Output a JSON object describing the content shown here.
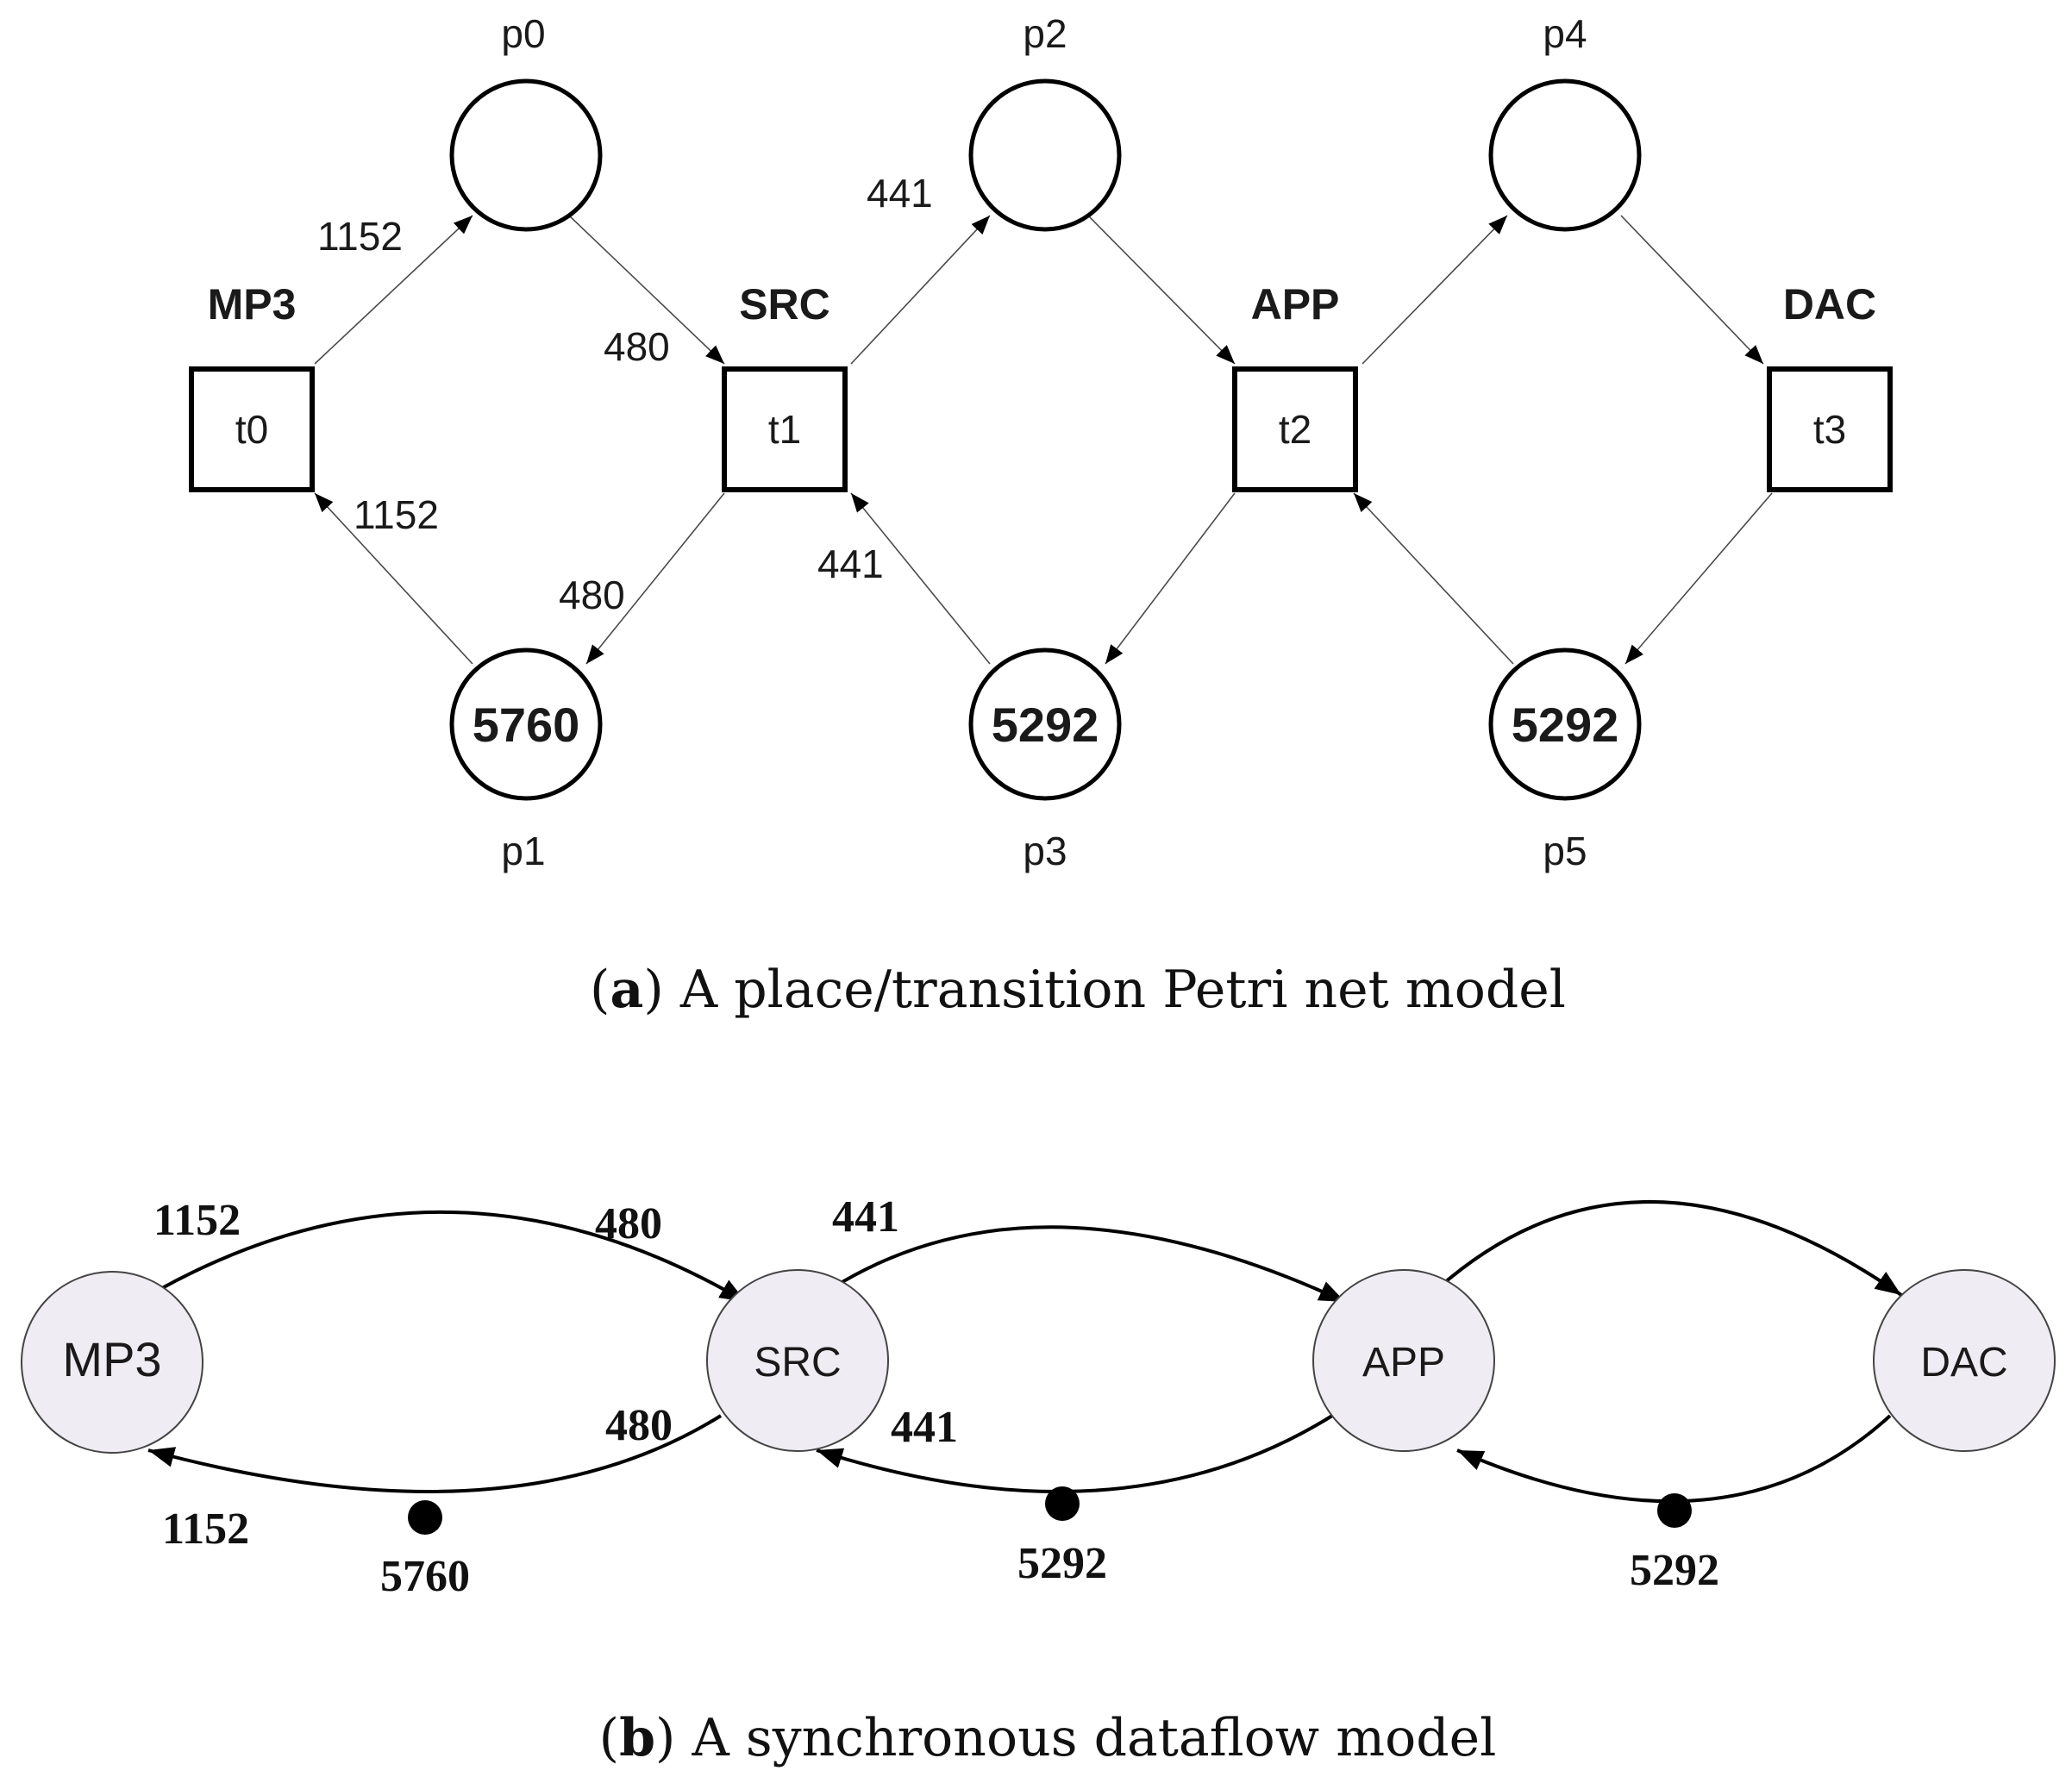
{
  "petri_net": {
    "places": [
      {
        "id": "p0",
        "tokens": ""
      },
      {
        "id": "p1",
        "tokens": "5760"
      },
      {
        "id": "p2",
        "tokens": ""
      },
      {
        "id": "p3",
        "tokens": "5292"
      },
      {
        "id": "p4",
        "tokens": ""
      },
      {
        "id": "p5",
        "tokens": "5292"
      }
    ],
    "transitions": [
      {
        "id": "t0",
        "actor": "MP3"
      },
      {
        "id": "t1",
        "actor": "SRC"
      },
      {
        "id": "t2",
        "actor": "APP"
      },
      {
        "id": "t3",
        "actor": "DAC"
      }
    ],
    "arc_weights": {
      "t0_p0": "1152",
      "p0_t1": "480",
      "p1_t0": "1152",
      "t1_p1": "480",
      "t1_p2": "441",
      "p3_t1": "441"
    },
    "caption_letter": "a",
    "caption_text": "A place/transition Petri net model"
  },
  "sdf": {
    "actors": [
      "MP3",
      "SRC",
      "APP",
      "DAC"
    ],
    "rates": {
      "mp3_src_out": "1152",
      "mp3_src_in": "480",
      "src_app_out": "441",
      "src_mp3_out": "480",
      "src_mp3_in": "1152",
      "app_src_out": "441"
    },
    "initial_tokens": {
      "src_mp3": "5760",
      "app_src": "5292",
      "dac_app": "5292"
    },
    "caption_letter": "b",
    "caption_text": "A synchronous dataflow model"
  }
}
